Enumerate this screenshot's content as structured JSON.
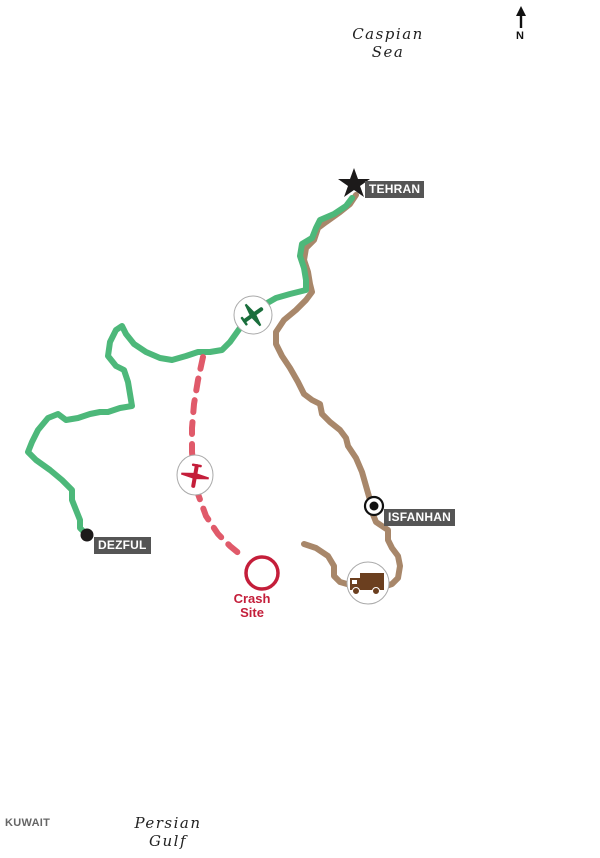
{
  "map": {
    "water_bodies": [
      {
        "name": "caspian-sea",
        "line1": "Caspian",
        "line2": "Sea"
      },
      {
        "name": "persian-gulf",
        "line1": "Persian",
        "line2": "Gulf"
      }
    ],
    "countries": [
      {
        "name": "kuwait",
        "label": "KUWAIT"
      }
    ],
    "north_arrow": {
      "label": "N"
    },
    "cities": {
      "tehran": {
        "label": "TEHRAN",
        "marker": "star-icon"
      },
      "isfahan": {
        "label": "ISFANHAN",
        "marker": "target-circle-icon"
      },
      "dezful": {
        "label": "DEZFUL",
        "marker": "dot-icon"
      }
    },
    "crash_site": {
      "line1": "Crash",
      "line2": "Site"
    },
    "routes": {
      "air_route_color": "#4db87a",
      "ground_route_color": "#a8876a",
      "crash_route_color": "#e05a6a",
      "crash_color": "#c41e3a",
      "plane_green": "#1a6e3c",
      "truck_brown": "#6b3f1f"
    },
    "icons": {
      "green_plane": "airplane-icon",
      "red_plane": "airplane-icon",
      "truck": "truck-icon"
    }
  }
}
